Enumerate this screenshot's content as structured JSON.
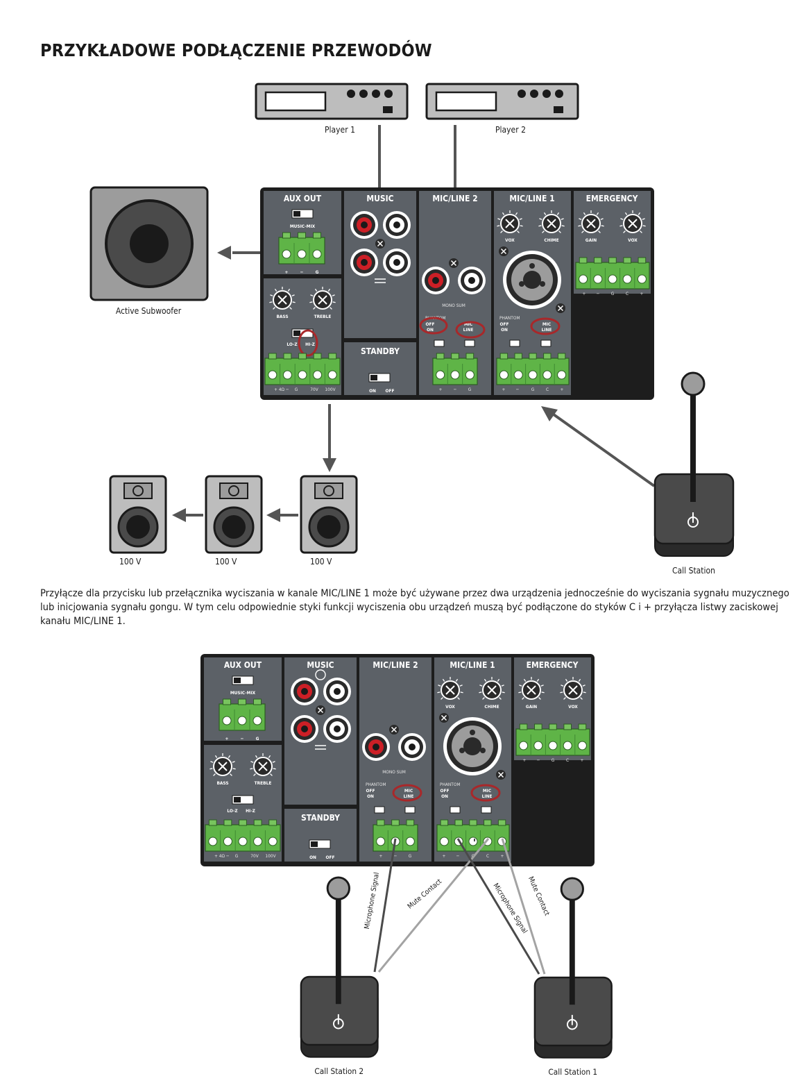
{
  "title": "PRZYKŁADOWE PODŁĄCZENIE PRZEWODÓW",
  "paragraph": "Przyłącze dla przycisku lub przełącznika wyciszania w kanale MIC/LINE 1 może być używane przez dwa urządzenia jednocześnie do wyciszania sygnału muzycznego lub inicjowania sygnału gongu. W tym celu odpowiednie styki funkcji wyciszenia obu urządzeń muszą być podłączone do styków C i + przyłącza listwy zaciskowej kanału MIC/LINE 1.",
  "devices": {
    "player1": "Player 1",
    "player2": "Player 2",
    "subwoofer": "Active Subwoofer",
    "speaker": "100 V",
    "call_station": "Call Station",
    "call_station_2": "Call Station 2",
    "call_station_1": "Call Station 1"
  },
  "panel": {
    "aux_out": "AUX OUT",
    "music": "MUSIC",
    "mic_line_2": "MIC/LINE 2",
    "mic_line_1": "MIC/LINE 1",
    "emergency": "EMERGENCY",
    "standby": "STANDBY",
    "music_mix": "MUSIC-MIX",
    "bass": "BASS",
    "treble": "TREBLE",
    "lo_z": "LO-Z",
    "hi_z": "HI-Z",
    "vox": "VOX",
    "chime": "CHIME",
    "gain": "GAIN",
    "mono_sum": "MONO SUM",
    "phantom": "PHANTOM",
    "off": "OFF",
    "on": "ON",
    "mic": "MIC",
    "line": "LINE",
    "t_plus": "+",
    "t_minus": "−",
    "t_g": "G",
    "t_c": "C",
    "t_4ohm": "+ 4Ω −",
    "t_70v": "70V",
    "t_100v": "100V"
  },
  "wires": {
    "mic_signal": "Microphone Signal",
    "mute_contact": "Mute Contact"
  },
  "colors": {
    "panel": "#1d1d1d",
    "section": "#5c6167",
    "terminal": "#5fb447",
    "highlight": "#a8282a",
    "rca_red": "#cc1f26",
    "device": "#bdbdbd"
  }
}
